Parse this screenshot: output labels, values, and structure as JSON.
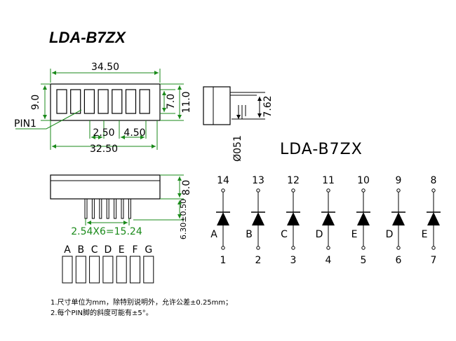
{
  "title": "LDA-B7ZX",
  "model_label": "LDA-B7ZX",
  "front_view": {
    "dim_width_top": "34.50",
    "dim_height_left": "9.0",
    "dim_inner_height": "7.0",
    "dim_outer_height": "11.0",
    "pin_label": "PIN1",
    "dim_pitch": "2.50",
    "dim_span": "4.50",
    "dim_width_bottom": "32.50"
  },
  "side_view": {
    "dim_lead": "7.62",
    "dim_pin_dia": "Ø051"
  },
  "bottom_view": {
    "dim_height": "8.0",
    "dim_pin_length": "6.30±0.50",
    "dim_pitch_total": "2.54X6=15.24"
  },
  "segments": [
    "A",
    "B",
    "C",
    "D",
    "E",
    "F",
    "G"
  ],
  "circuit": {
    "top_pins": [
      "14",
      "13",
      "12",
      "11",
      "10",
      "9",
      "8"
    ],
    "anode_labels": [
      "A",
      "B",
      "C",
      "D",
      "E",
      "D",
      "E"
    ],
    "bottom_pins": [
      "1",
      "2",
      "3",
      "4",
      "5",
      "6",
      "7"
    ]
  },
  "notes": [
    "1.尺寸单位为mm，除特别说明外，允许公差±0.25mm；",
    "2.每个PIN脚的斜度可能有±5°。"
  ]
}
